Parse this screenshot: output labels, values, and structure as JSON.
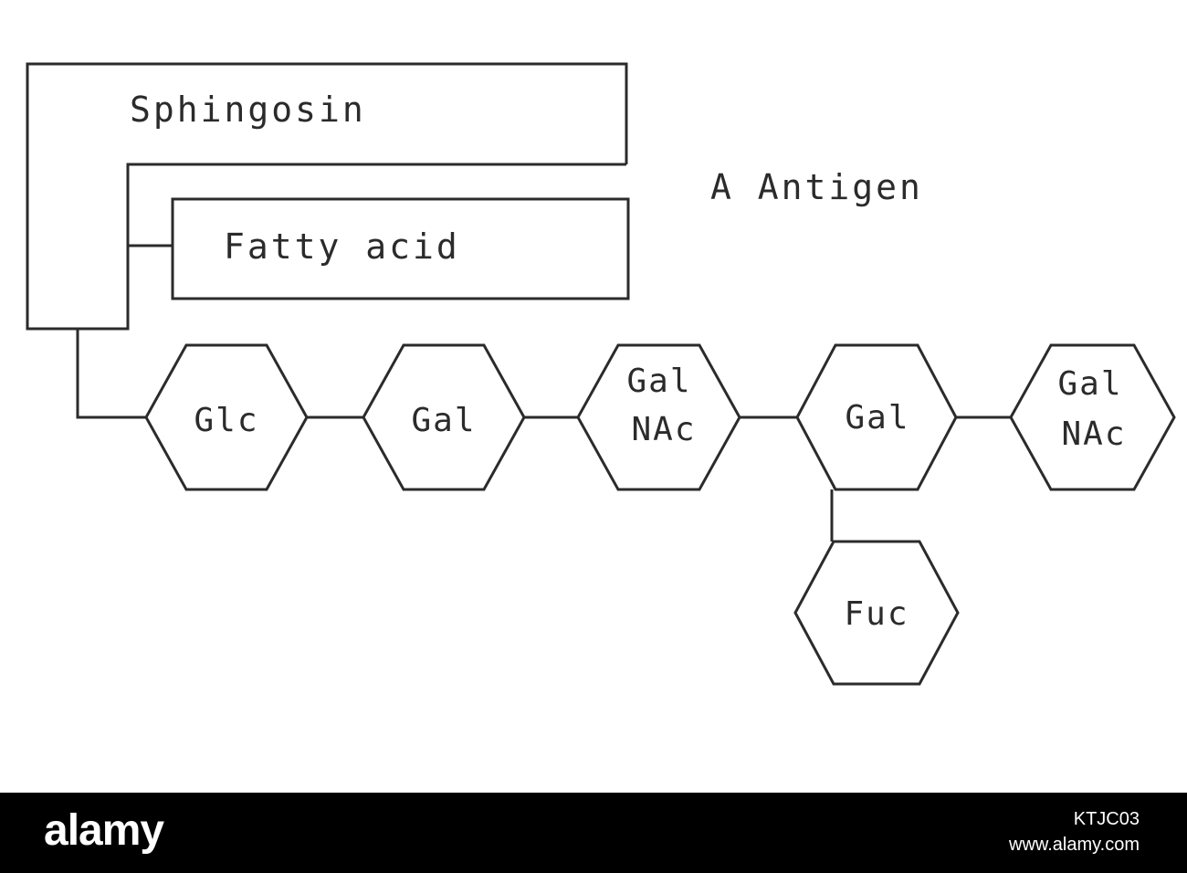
{
  "diagram": {
    "title": "A Antigen",
    "lipid": {
      "sphingosine_label": "Sphingosin",
      "fatty_acid_label": "Fatty acid"
    },
    "residues": {
      "glc": [
        "Glc"
      ],
      "gal_1": [
        "Gal"
      ],
      "galnac_1": [
        "Gal",
        "NAc"
      ],
      "gal_2": [
        "Gal"
      ],
      "galnac_2": [
        "Gal",
        "NAc"
      ],
      "fuc": [
        "Fuc"
      ]
    }
  },
  "watermark": {
    "brand": "alamy",
    "image_id": "KTJC03",
    "site": "www.alamy.com"
  }
}
